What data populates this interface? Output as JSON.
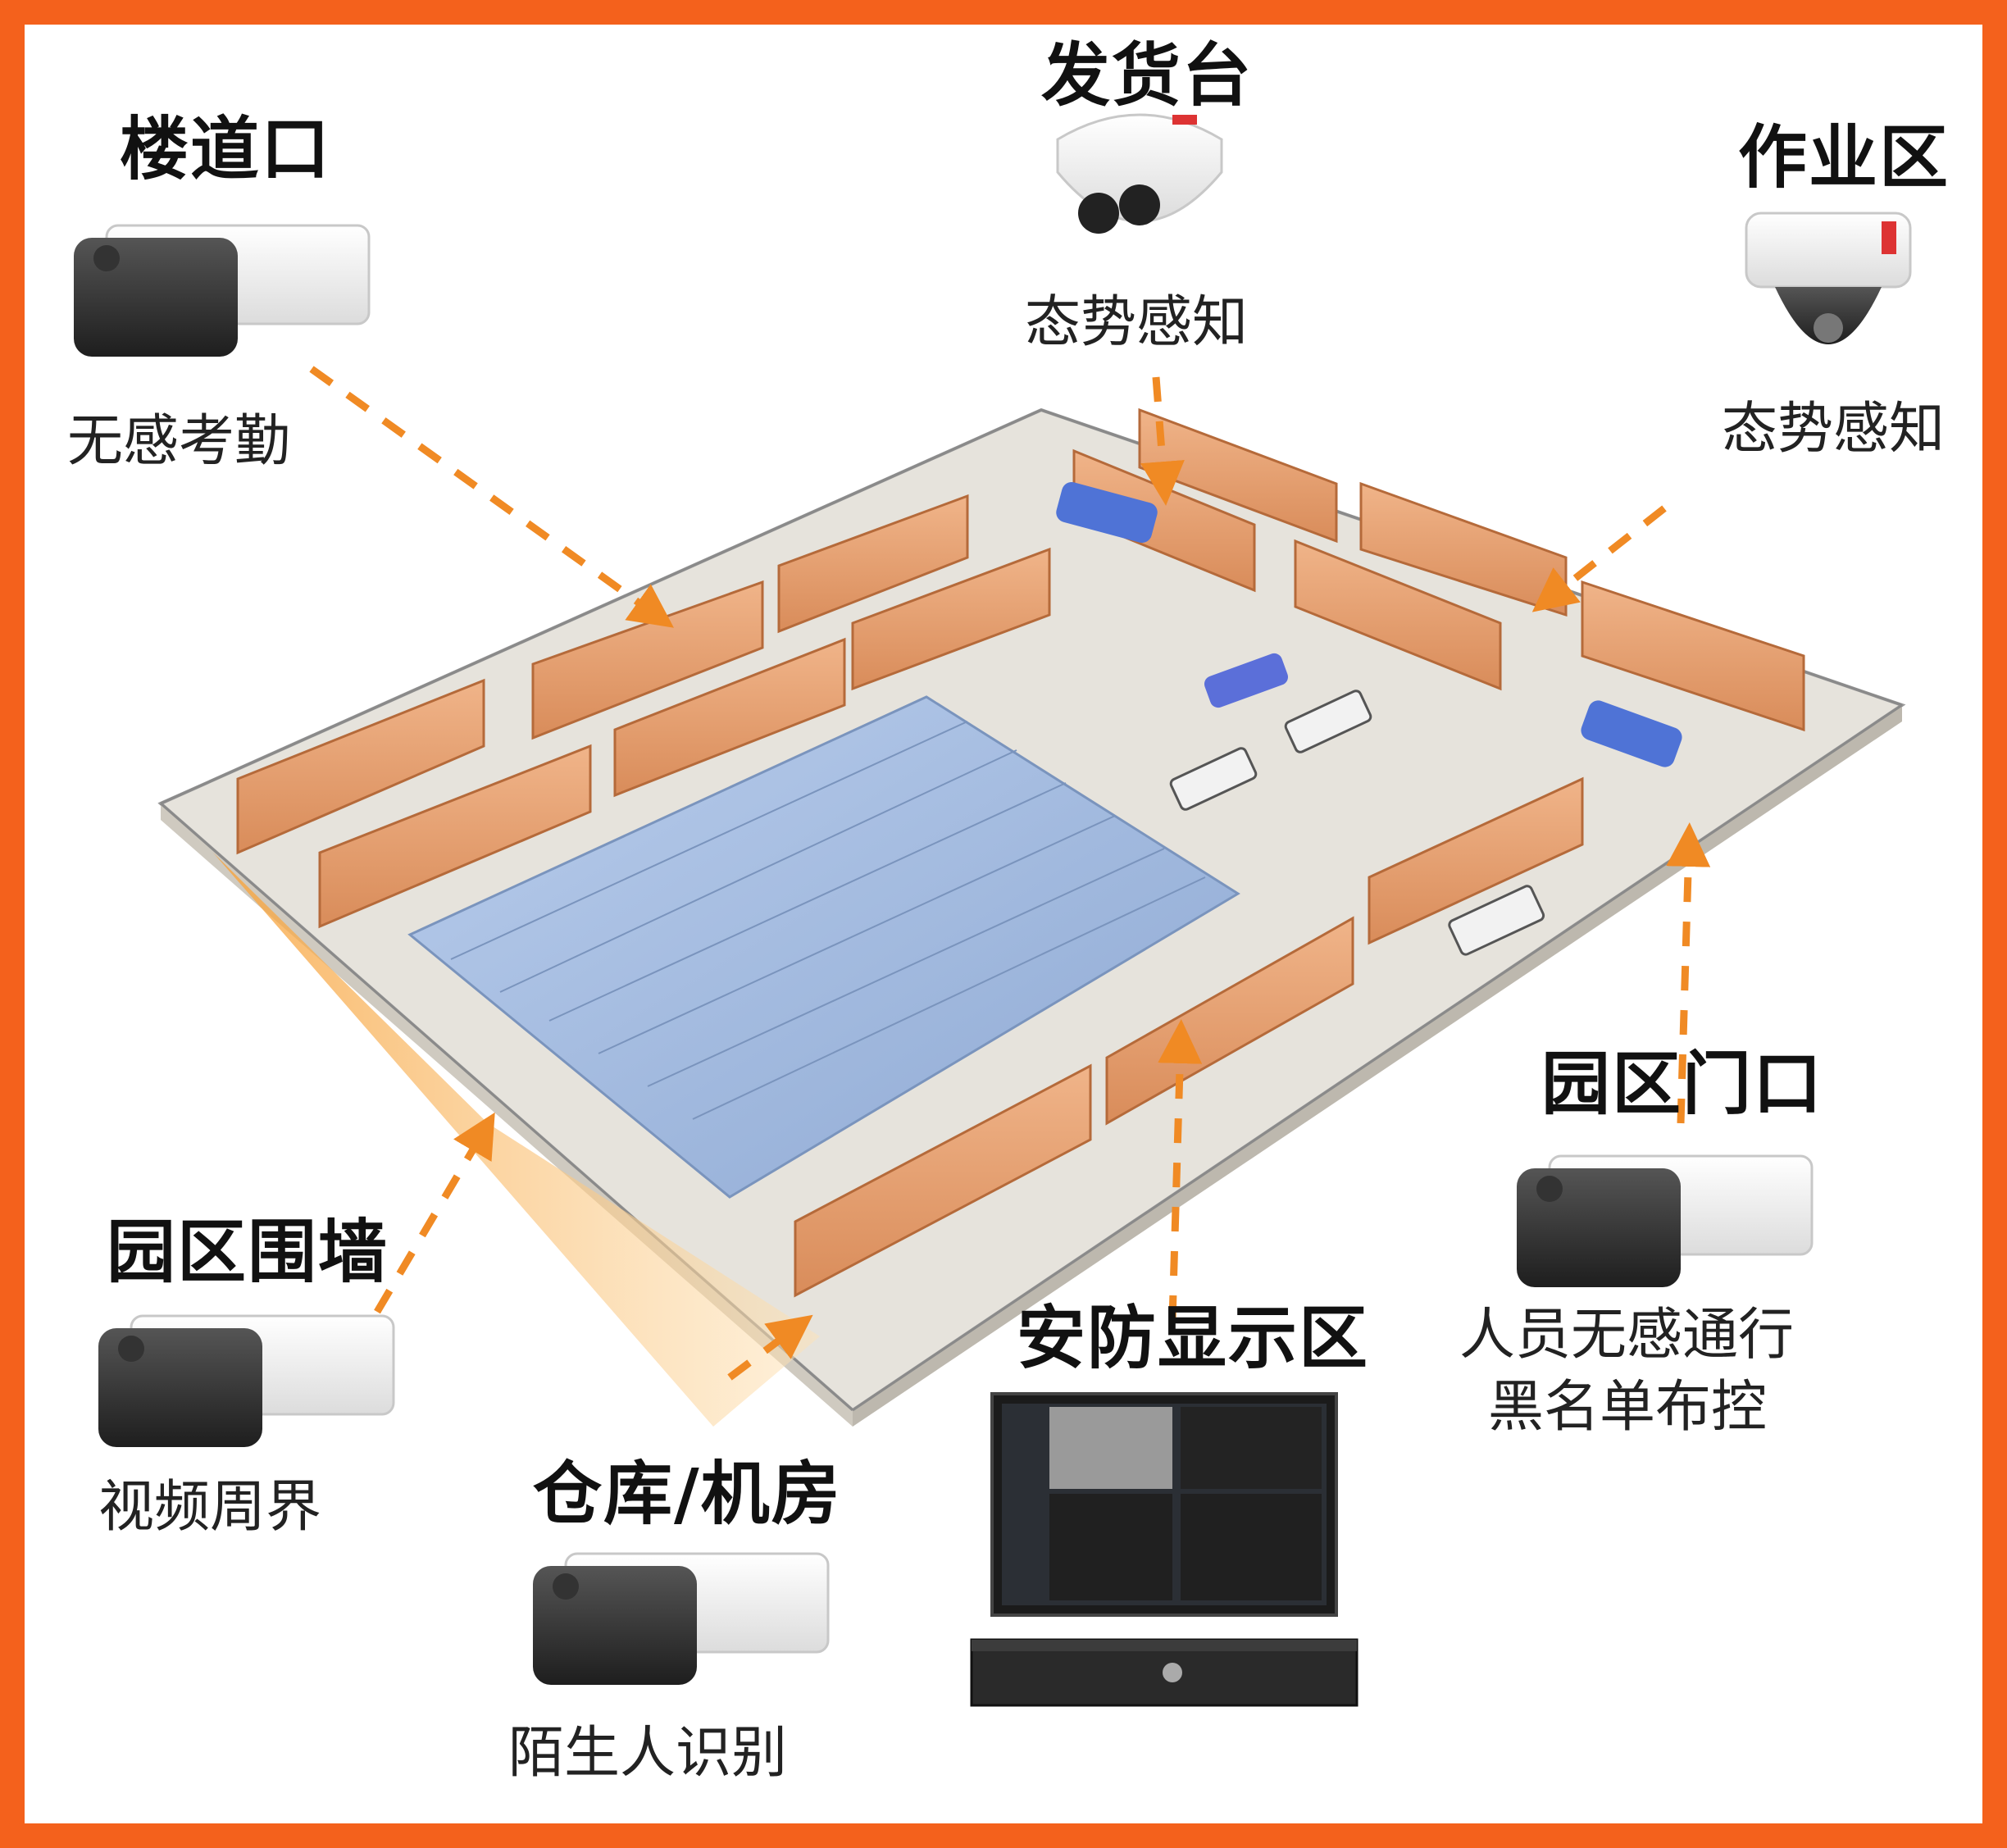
{
  "colors": {
    "frame": "#f4611c",
    "arrow": "#f08a24",
    "shelf": "#e9a070",
    "roof": "#9db8de",
    "floor": "#e6e3dc"
  },
  "stations": {
    "stairwell": {
      "title": "楼道口",
      "caption": "无感考勤",
      "icon": "bullet-camera-icon"
    },
    "shipping": {
      "title": "发货台",
      "caption": "态势感知",
      "icon": "dome-camera-icon"
    },
    "workarea": {
      "title": "作业区",
      "caption": "态势感知",
      "icon": "dome-camera-icon"
    },
    "gate": {
      "title": "园区门口",
      "caption_lines": [
        "人员无感通行",
        "黑名单布控"
      ],
      "icon": "bullet-camera-icon"
    },
    "perimeter": {
      "title": "园区围墙",
      "caption": "视频周界",
      "icon": "bullet-camera-icon"
    },
    "warehouse": {
      "title": "仓库/机房",
      "caption": "陌生人识别",
      "icon": "bullet-camera-icon"
    },
    "display": {
      "title": "安防显示区",
      "icon": "monitor-nvr-icon"
    }
  }
}
